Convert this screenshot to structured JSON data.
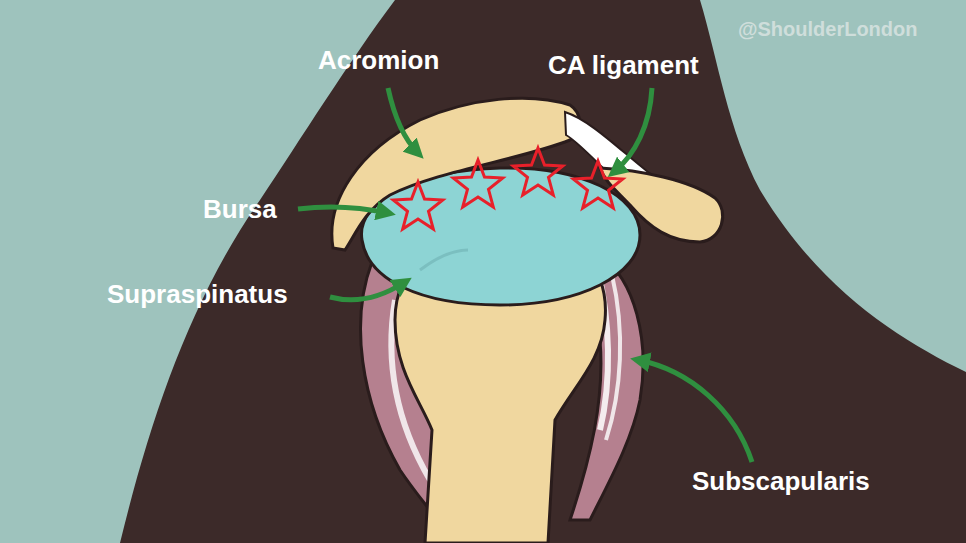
{
  "diagram": {
    "labels": [
      "@ShoulderLondon",
      "Acromion",
      "CA ligament",
      "Bursa",
      "Supraspinatus",
      "Subscapularis"
    ]
  }
}
